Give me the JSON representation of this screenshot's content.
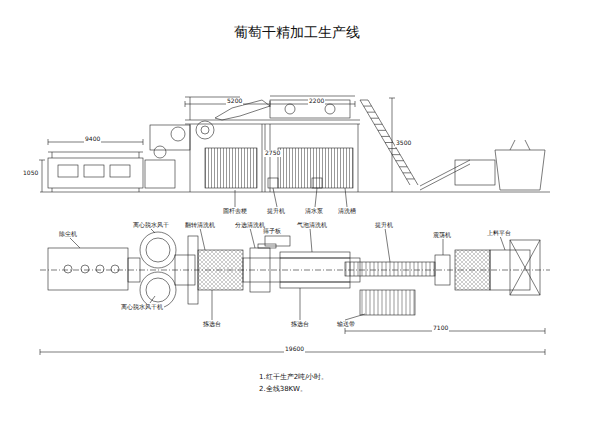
{
  "diagram": {
    "title": "葡萄干精加工生产线",
    "labels": [
      "9400",
      "5200",
      "2200",
      "3500",
      "1050",
      "2750",
      "圆杆去梗",
      "提升机",
      "清水泵",
      "清洗槽",
      "除尘机",
      "离心脱水风干",
      "翻转清洗机",
      "分选清洗机",
      "筛子板",
      "气泡清洗机",
      "提升机",
      "震荡机",
      "上料平台",
      "离心脱水风干机",
      "拣选台",
      "拣选台",
      "输送带",
      "7100",
      "19600",
      "1.红干生产2吨/小时。",
      "2.全线38KW。"
    ]
  }
}
